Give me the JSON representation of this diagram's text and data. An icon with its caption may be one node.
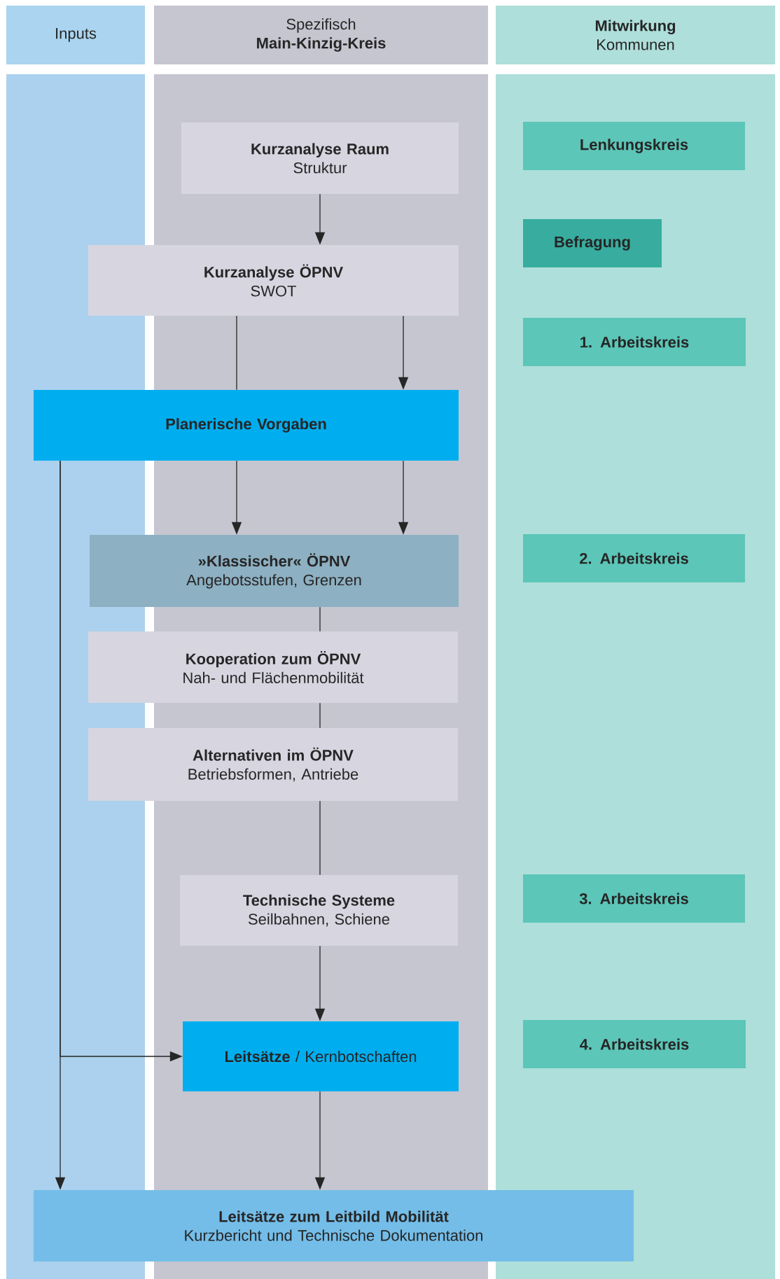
{
  "diagram": {
    "nodes": [
      {
        "text": [
          "Inputs"
        ]
      },
      {
        "text": [
          "Spezifisch",
          "Main-Kinzig-Kreis"
        ]
      },
      {
        "text": [
          "Mitwirkung",
          "Kommunen"
        ]
      },
      {
        "text": [
          "Kurzanalyse Raum",
          "Struktur"
        ]
      },
      {
        "text": [
          "Lenkungskreis"
        ]
      },
      {
        "text": [
          "Befragung"
        ]
      },
      {
        "text": [
          "Kurzanalyse ÖPNV",
          "SWOT"
        ]
      },
      {
        "text": [
          "1. Arbeitskreis"
        ]
      },
      {
        "text": [
          "Planerische Vorgaben"
        ]
      },
      {
        "text": [
          "»Klassischer« ÖPNV",
          "Angebotsstufen, Grenzen"
        ]
      },
      {
        "text": [
          "2. Arbeitskreis"
        ]
      },
      {
        "text": [
          "Kooperation zum ÖPNV",
          "Nah- und Flächenmobilität"
        ]
      },
      {
        "text": [
          "Alternativen im ÖPNV",
          "Betriebsformen, Antriebe"
        ]
      },
      {
        "text": [
          "Technische Systeme",
          "Seilbahnen, Schiene"
        ]
      },
      {
        "text": [
          "3. Arbeitskreis"
        ]
      },
      {
        "text": [
          "**Leitsätze** / Kernbotschaften"
        ]
      },
      {
        "text": [
          "4. Arbeitskreis"
        ]
      },
      {
        "text": [
          "Leitsätze zum Leitbild Mobilität",
          "Kurzbericht und Technische Dokumentation"
        ]
      }
    ],
    "edges": [
      {
        "from": 3,
        "to": 6,
        "arrow": "to"
      },
      {
        "from": 6,
        "to": 8,
        "arrow": "none"
      },
      {
        "from": 6,
        "to": 8,
        "arrow": "to"
      },
      {
        "from": 8,
        "to": 9,
        "arrow": "to"
      },
      {
        "from": 8,
        "to": 9,
        "arrow": "to"
      },
      {
        "from": 9,
        "to": 11,
        "arrow": "none"
      },
      {
        "from": 11,
        "to": 12,
        "arrow": "none"
      },
      {
        "from": 12,
        "to": 13,
        "arrow": "none"
      },
      {
        "from": 13,
        "to": 15,
        "arrow": "to"
      },
      {
        "from": 15,
        "to": 17,
        "arrow": "to"
      },
      {
        "from": 8,
        "to": 17,
        "arrow": "to"
      },
      {
        "from": 8,
        "to": 15,
        "arrow": "to"
      }
    ]
  }
}
